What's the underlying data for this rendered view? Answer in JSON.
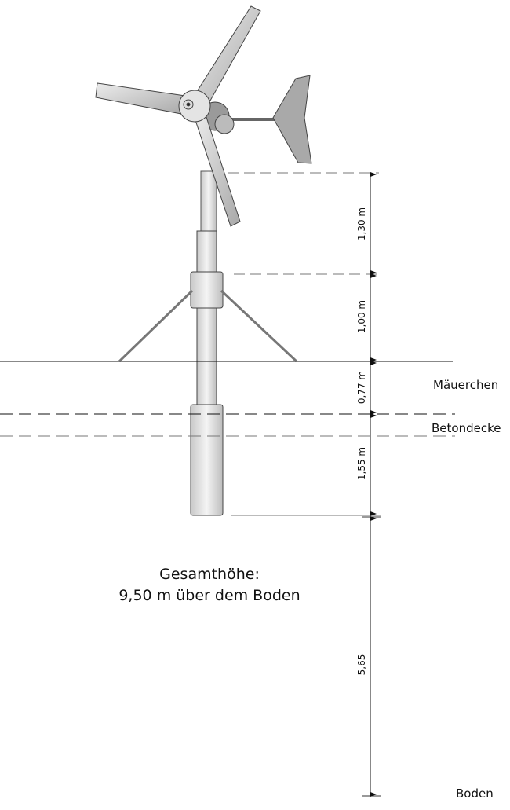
{
  "dimensions": {
    "d1": "1,30 m",
    "d2": "1,00 m",
    "d3": "0,77 m",
    "d4": "1,55 m",
    "d5": "5,65"
  },
  "labels": {
    "wall": "Mäuerchen",
    "slab": "Betondecke",
    "ground": "Boden"
  },
  "caption": {
    "line1": "Gesamthöhe:",
    "line2": "9,50 m über dem Boden"
  }
}
